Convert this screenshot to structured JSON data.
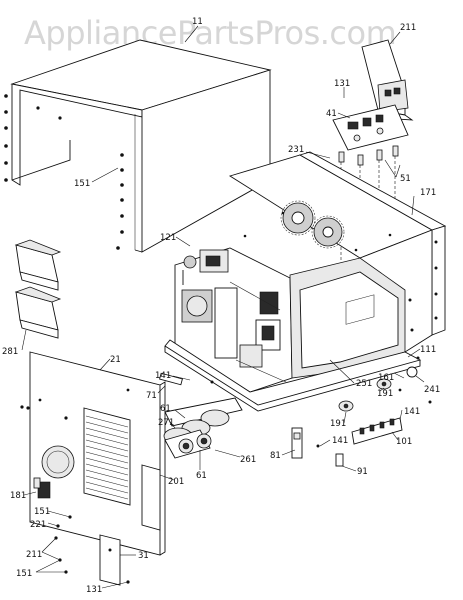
{
  "watermark": "AppliancePartsPros.com",
  "labels": {
    "l11": "11",
    "l211": "211",
    "l131a": "131",
    "l41": "41",
    "l231": "231",
    "l51": "51",
    "l171": "171",
    "l151a": "151",
    "l121": "121",
    "l281": "281",
    "l21": "21",
    "l111": "111",
    "l141a": "141",
    "l71": "71",
    "l61a": "61",
    "l271": "271",
    "l251": "251",
    "l161": "161",
    "l241": "241",
    "l191a": "191",
    "l191b": "191",
    "l141b": "141",
    "l101": "101",
    "l141c": "141",
    "l61b": "61",
    "l261": "261",
    "l81": "81",
    "l91": "91",
    "l201": "201",
    "l181": "181",
    "l151b": "151",
    "l221": "221",
    "l211b": "211",
    "l151c": "151",
    "l31": "31",
    "l131b": "131"
  }
}
